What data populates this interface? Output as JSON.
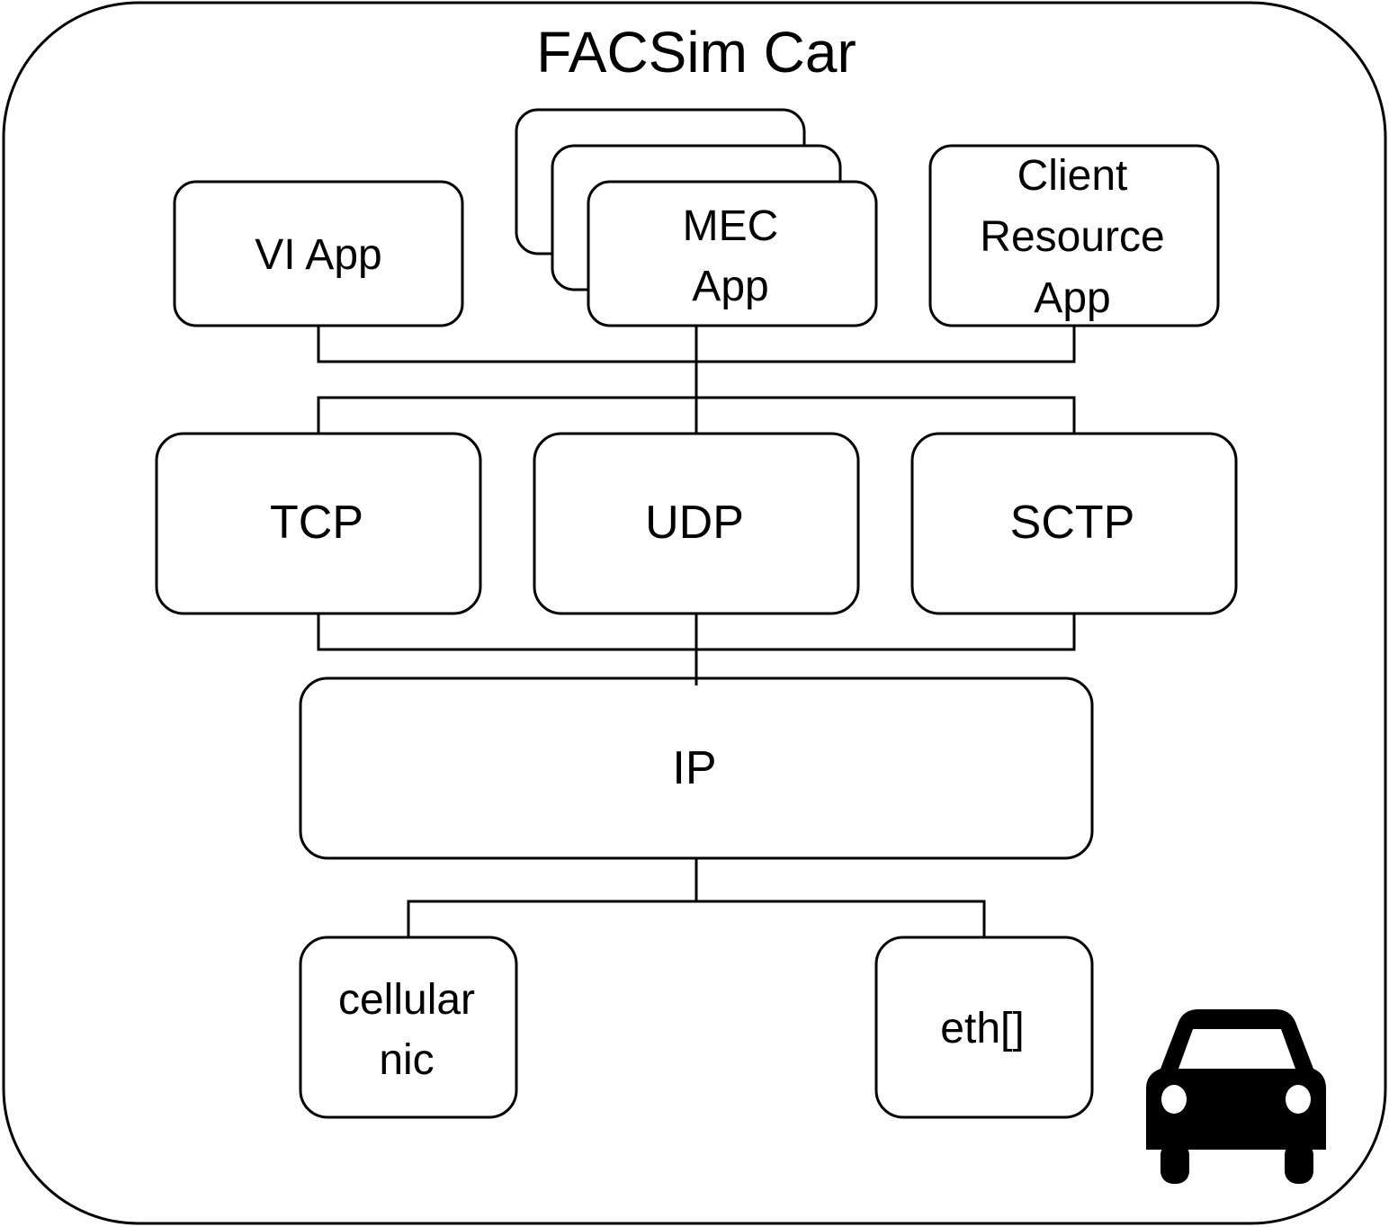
{
  "title": "FACSim Car",
  "colors": {
    "stroke": "#000000",
    "background": "#ffffff",
    "box_fill": "#ffffff",
    "text": "#000000"
  },
  "apps": {
    "vi_app": "VI App",
    "mec_app": [
      "MEC",
      "App"
    ],
    "client_resource_app": [
      "Client",
      "Resource",
      "App"
    ]
  },
  "transport": {
    "tcp": "TCP",
    "udp": "UDP",
    "sctp": "SCTP"
  },
  "network": {
    "ip": "IP"
  },
  "interfaces": {
    "cellular_nic": [
      "cellular",
      "nic"
    ],
    "eth": "eth[]"
  },
  "icons": {
    "vehicle": "car-icon"
  }
}
